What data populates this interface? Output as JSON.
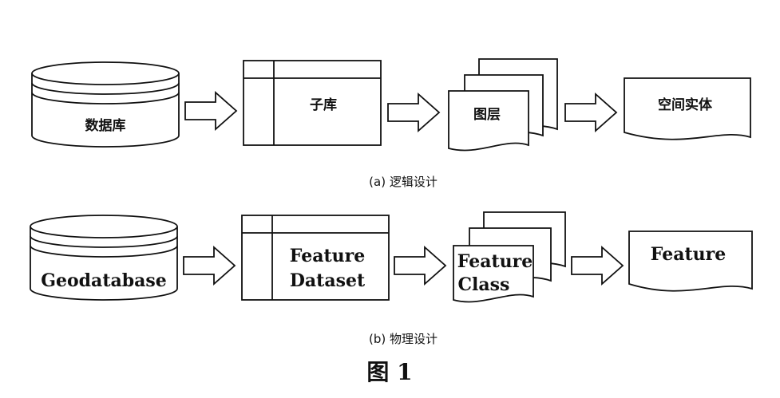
{
  "logical": {
    "database": "数据库",
    "sub_library": "子库",
    "layer": "图层",
    "spatial_entity": "空间实体",
    "caption": "(a)  逻辑设计"
  },
  "physical": {
    "database": "Geodatabase",
    "dataset_line1": "Feature",
    "dataset_line2": "Dataset",
    "class_line1": "Feature",
    "class_line2": "Class",
    "feature": "Feature",
    "caption": "(b)  物理设计"
  },
  "figure_label": "图 1"
}
